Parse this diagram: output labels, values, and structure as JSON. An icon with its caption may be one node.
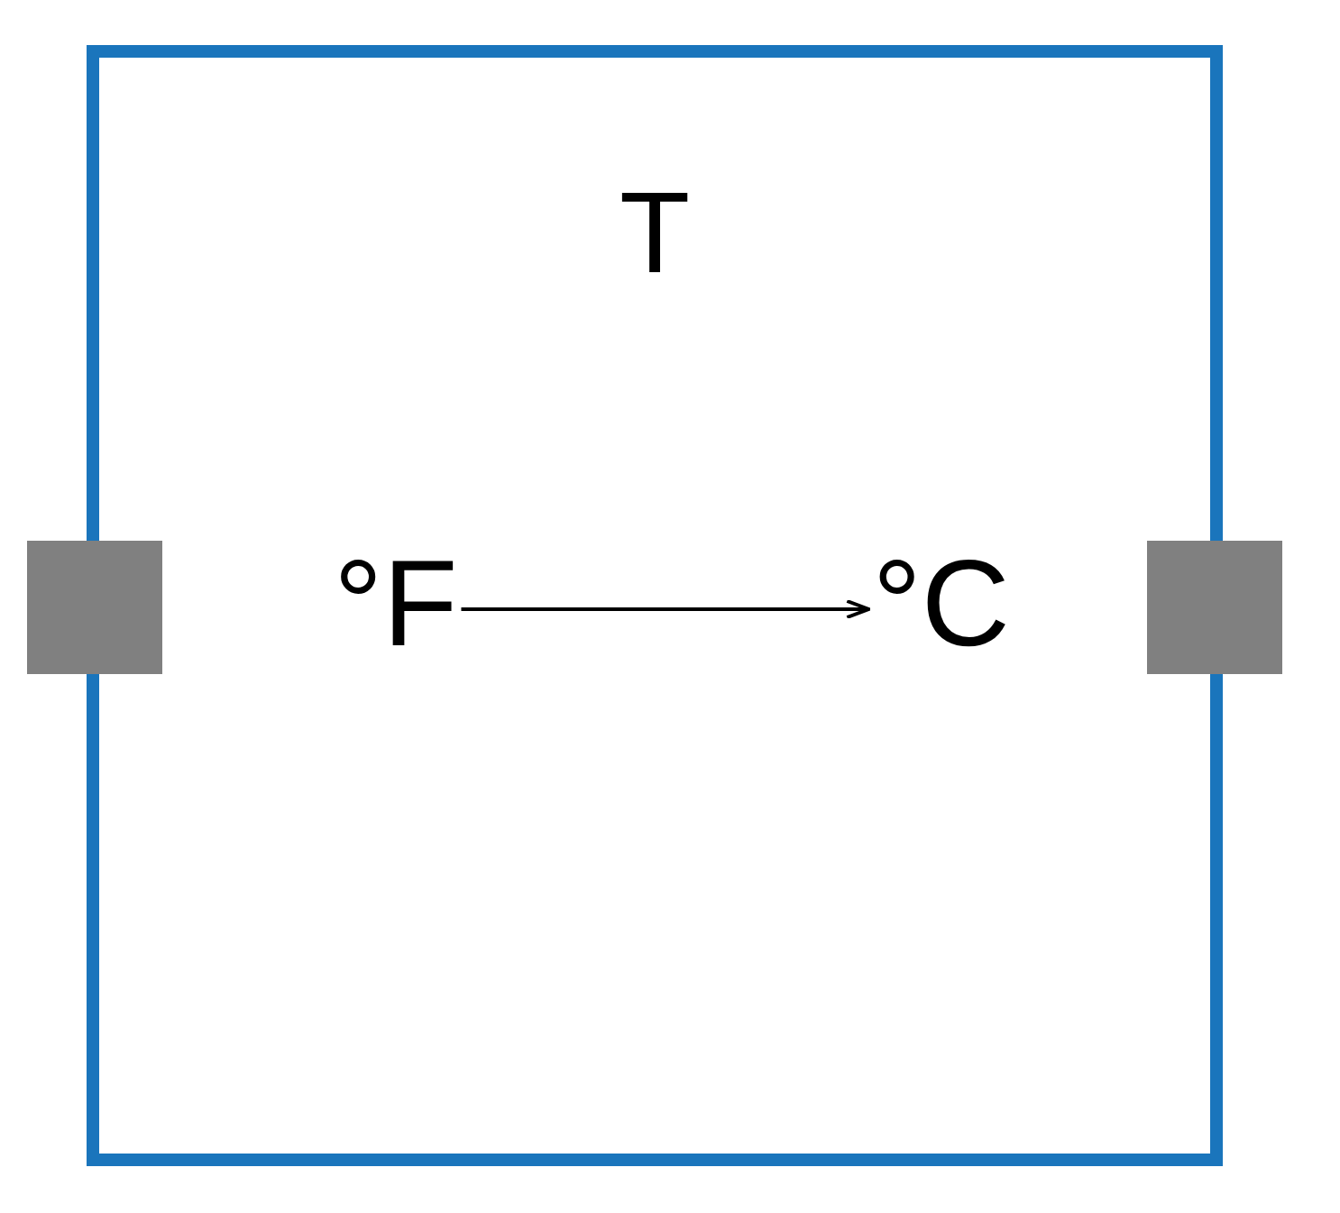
{
  "diagram": {
    "nodes": [
      {
        "text": [
          "T"
        ]
      },
      {
        "text": [
          "°F"
        ],
        "in": 0
      },
      {
        "text": [
          "°C"
        ],
        "in": 0
      },
      {
        "text": [],
        "shape": "box"
      },
      {
        "text": [],
        "shape": "box"
      }
    ],
    "edges": [
      {
        "from": 1,
        "to": 2,
        "arrow": "to"
      }
    ]
  }
}
